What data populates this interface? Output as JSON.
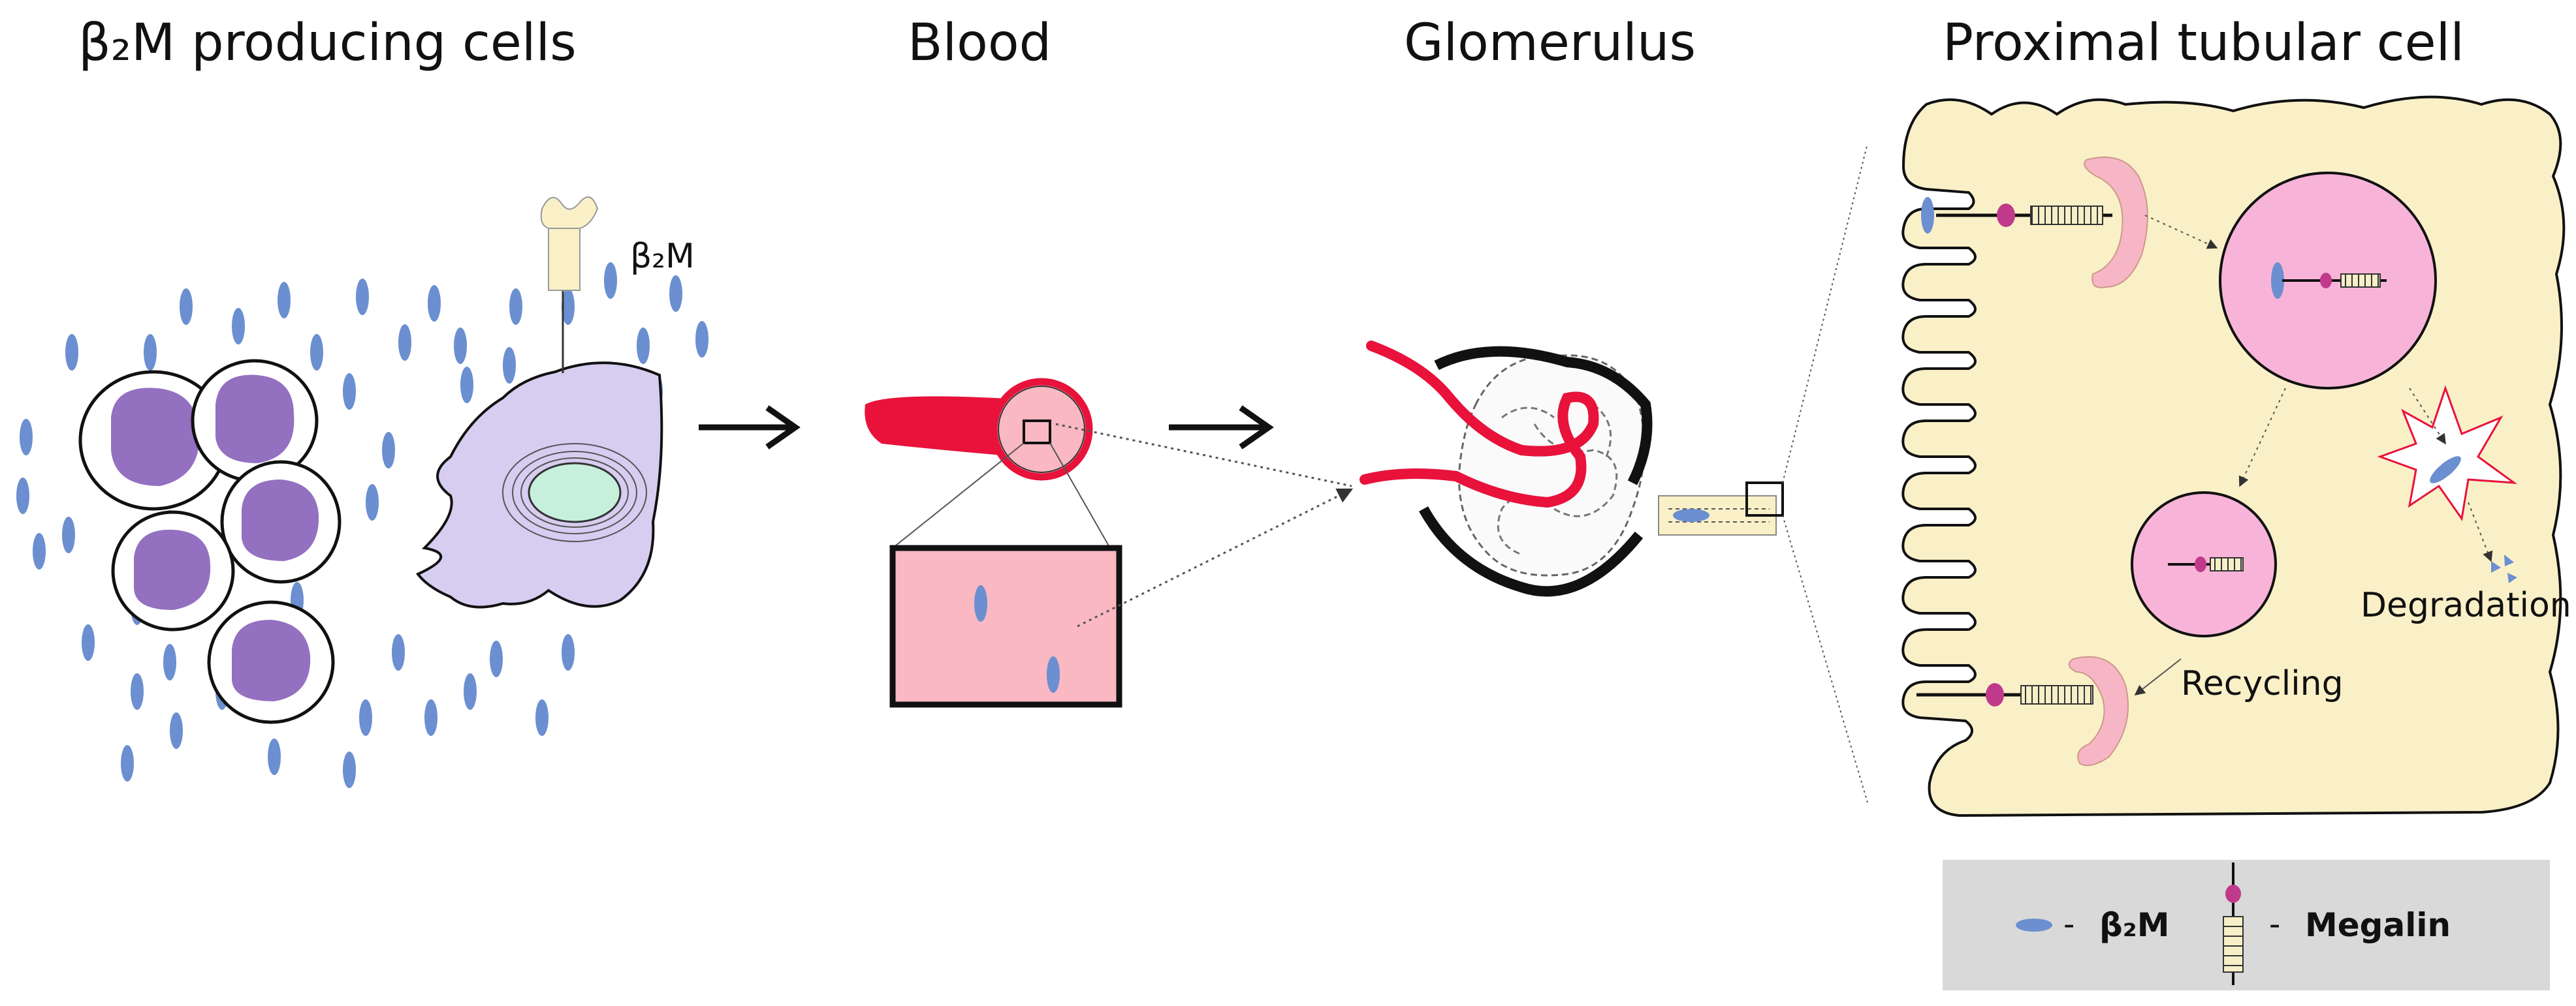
{
  "titles": {
    "producing_cells": "β₂M producing cells",
    "blood": "Blood",
    "glomerulus": "Glomerulus",
    "proximal_tubular_cell": "Proximal tubular cell"
  },
  "labels": {
    "b2m_secreted": "β₂M",
    "degradation": "Degradation",
    "recycling": "Recycling"
  },
  "legend": {
    "b2m_dash": "-",
    "b2m": "β₂M",
    "megalin_dash": "-",
    "megalin": "Megalin"
  },
  "colors": {
    "b2m": "#6b8fd0",
    "lymphocyte": "#9470c0",
    "producing_cell": "#d6cdf0",
    "nucleus": "#c7f0dc",
    "vessel": "#e8123b",
    "blood_plasma": "#f9b8c2",
    "tubular_cell": "#faf0c8",
    "endosome": "#f8b4d8",
    "megalin_head": "#c03a8c",
    "legend_bg": "#d9d9d9"
  }
}
